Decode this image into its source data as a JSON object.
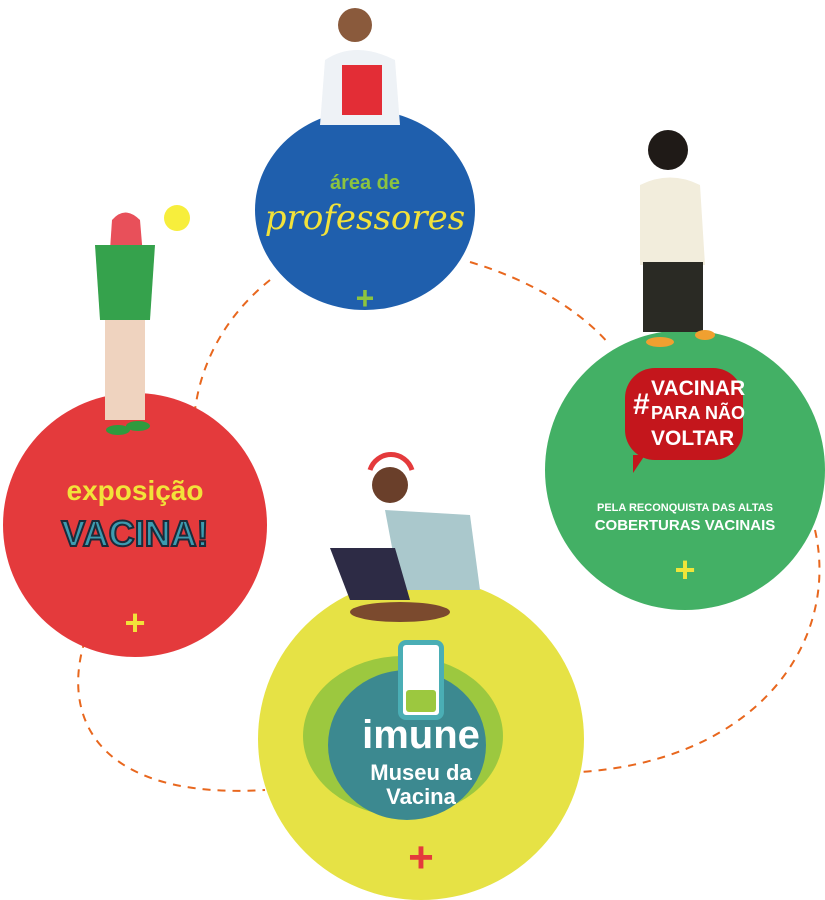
{
  "cards": {
    "professores": {
      "line1": "área de",
      "line2": "professores",
      "plus": "+"
    },
    "vacinar": {
      "hash": "#",
      "line1": "VACINAR",
      "line2": "PARA NÃO",
      "line3": "VOLTAR",
      "sub1": "PELA RECONQUISTA DAS ALTAS",
      "sub2": "COBERTURAS VACINAIS",
      "plus": "+"
    },
    "exposicao": {
      "line1": "exposição",
      "line2": "VACINA!",
      "plus": "+"
    },
    "imune": {
      "logo": "imune",
      "line1": "Museu da",
      "line2": "Vacina",
      "plus": "+"
    }
  },
  "colors": {
    "blue": "#1f5fad",
    "green": "#43b065",
    "red": "#e43a3c",
    "yellow": "#e6e245",
    "dash": "#e8671e"
  }
}
